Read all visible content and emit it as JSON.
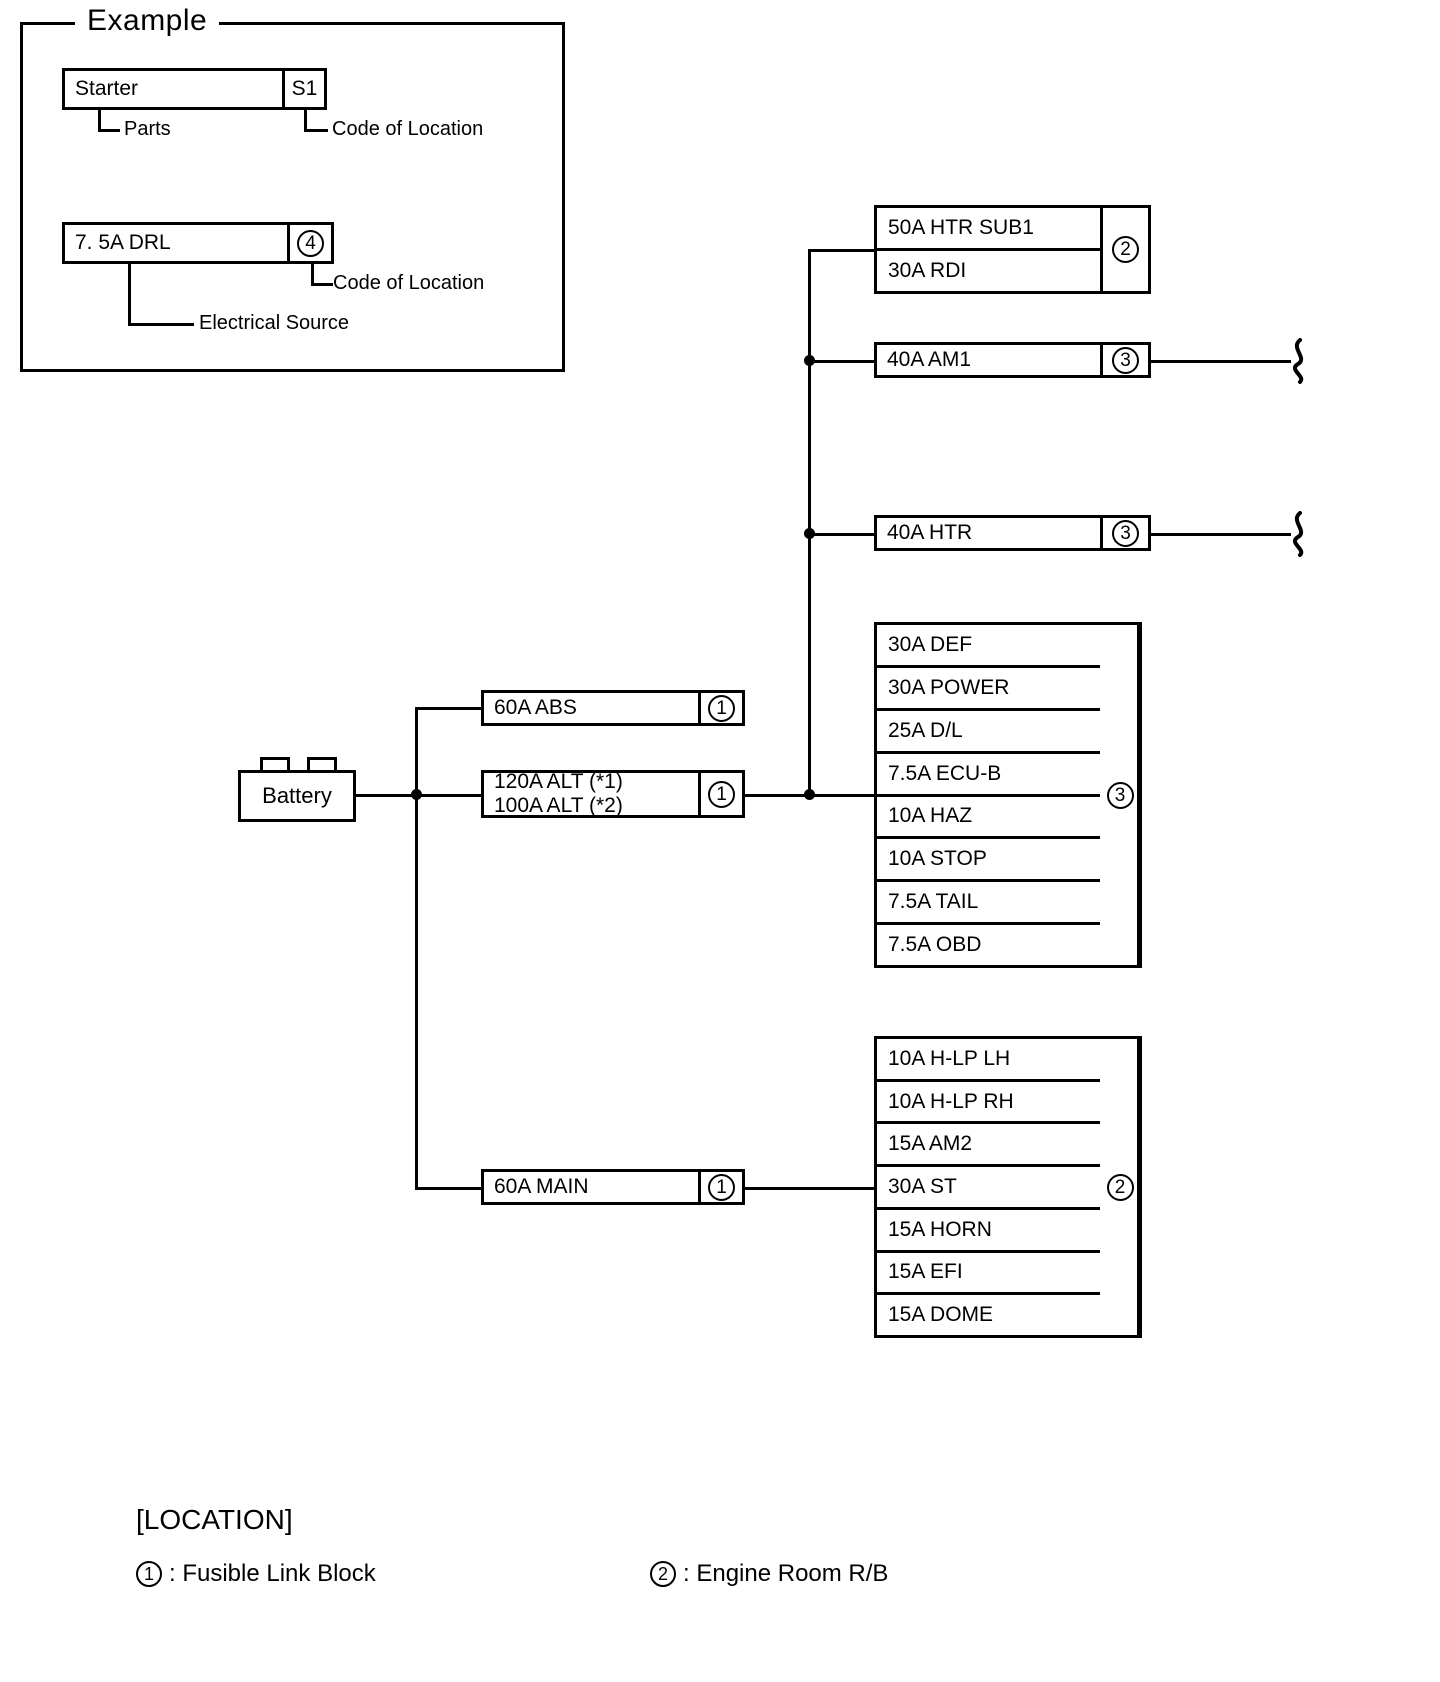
{
  "example": {
    "title": "Example",
    "part_box": {
      "name": "Starter",
      "code": "S1"
    },
    "part_leaders": {
      "parts": "Parts",
      "code": "Code of Location"
    },
    "fuse_box": {
      "name": "7. 5A DRL",
      "code": "4"
    },
    "fuse_leaders": {
      "code": "Code of Location",
      "source": "Electrical Source"
    }
  },
  "battery": {
    "label": "Battery"
  },
  "links": [
    {
      "name": "60A ABS",
      "code": "1"
    },
    {
      "name_line1": "120A ALT (*1)",
      "name_line2": "100A ALT (*2)",
      "code": "1"
    },
    {
      "name": "60A MAIN",
      "code": "1"
    }
  ],
  "blocks": {
    "htr_sub": {
      "code": "2",
      "rows": [
        "50A HTR SUB1",
        "30A RDI"
      ]
    },
    "am1": {
      "name": "40A AM1",
      "code": "3"
    },
    "htr": {
      "name": "40A HTR",
      "code": "3"
    },
    "cabin": {
      "code": "3",
      "rows": [
        "30A DEF",
        "30A POWER",
        "25A D/L",
        "7.5A ECU-B",
        "10A HAZ",
        "10A STOP",
        "7.5A TAIL",
        "7.5A OBD"
      ]
    },
    "engine": {
      "code": "2",
      "rows": [
        "10A H-LP LH",
        "10A H-LP RH",
        "15A AM2",
        "30A ST",
        "15A HORN",
        "15A EFI",
        "15A DOME"
      ]
    }
  },
  "location": {
    "title": "[LOCATION]",
    "items": [
      {
        "code": "1",
        "label": ": Fusible Link Block"
      },
      {
        "code": "2",
        "label": ": Engine Room R/B"
      }
    ]
  }
}
